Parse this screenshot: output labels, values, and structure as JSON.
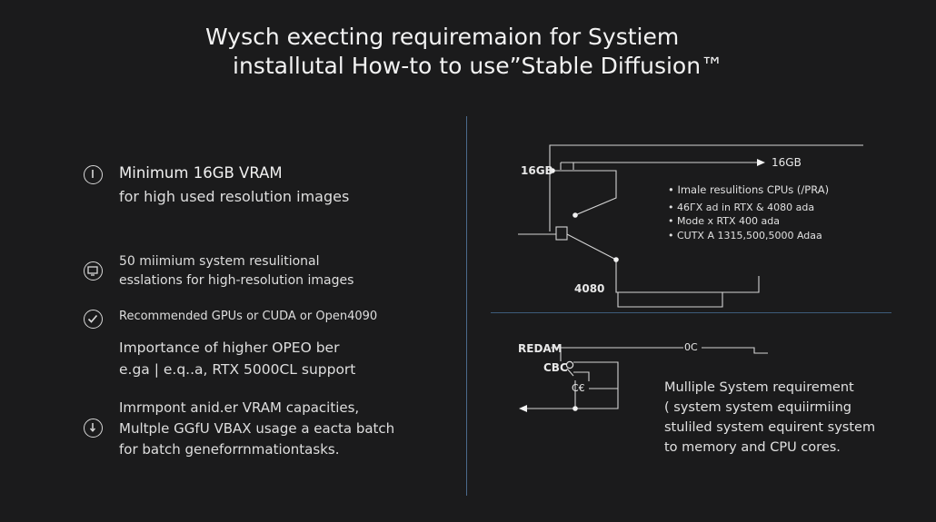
{
  "title": {
    "line1": "Wysch execting requiremaion for Systiem",
    "line2": "installutal How-to to use”Stable Diffusion™"
  },
  "left": {
    "items": [
      {
        "icon": "info-icon",
        "lines": [
          "Minimum 16GB VRAM",
          "for high used resolution images"
        ]
      },
      {
        "icon": "monitor-icon",
        "lines": [
          "50 miimium system resulitional",
          "esslations for high-resolution images"
        ]
      },
      {
        "icon": "check-icon",
        "lines": [
          "Recommended GPUs or CUDA or Open4090"
        ]
      },
      {
        "icon": "",
        "lines": [
          "Importance of higher OPEO ber",
          "e.ga | e.q..a, RTX 5000CL support"
        ]
      },
      {
        "icon": "download-icon",
        "lines": [
          "Imrmpont anid.er VRAM capacities,",
          "Multple GGfU VBAX usage a eacta batch",
          "for batch geneforrnmationtasks."
        ]
      }
    ]
  },
  "diagram_top": {
    "label_16gb_left": "16GB",
    "label_16gb_right": "16GB",
    "label_4080": "4080",
    "bullets": [
      "• Imale resulitions CPUs (/PRA)",
      "• 46ГX ad in RTX & 4080 ada",
      "• Mode x RTX 400 ada",
      "• CUTX A 1315,500,5000 Adaa"
    ]
  },
  "diagram_bottom": {
    "label_redam": "REDAM",
    "label_oc": "0C",
    "label_cbc": "CBC",
    "label_ce": "C€"
  },
  "right_text": {
    "lines": [
      "Mulliple System requirement",
      "( system system equiirmiing",
      "stuliled system equirent system",
      "to memory and CPU cores."
    ]
  }
}
